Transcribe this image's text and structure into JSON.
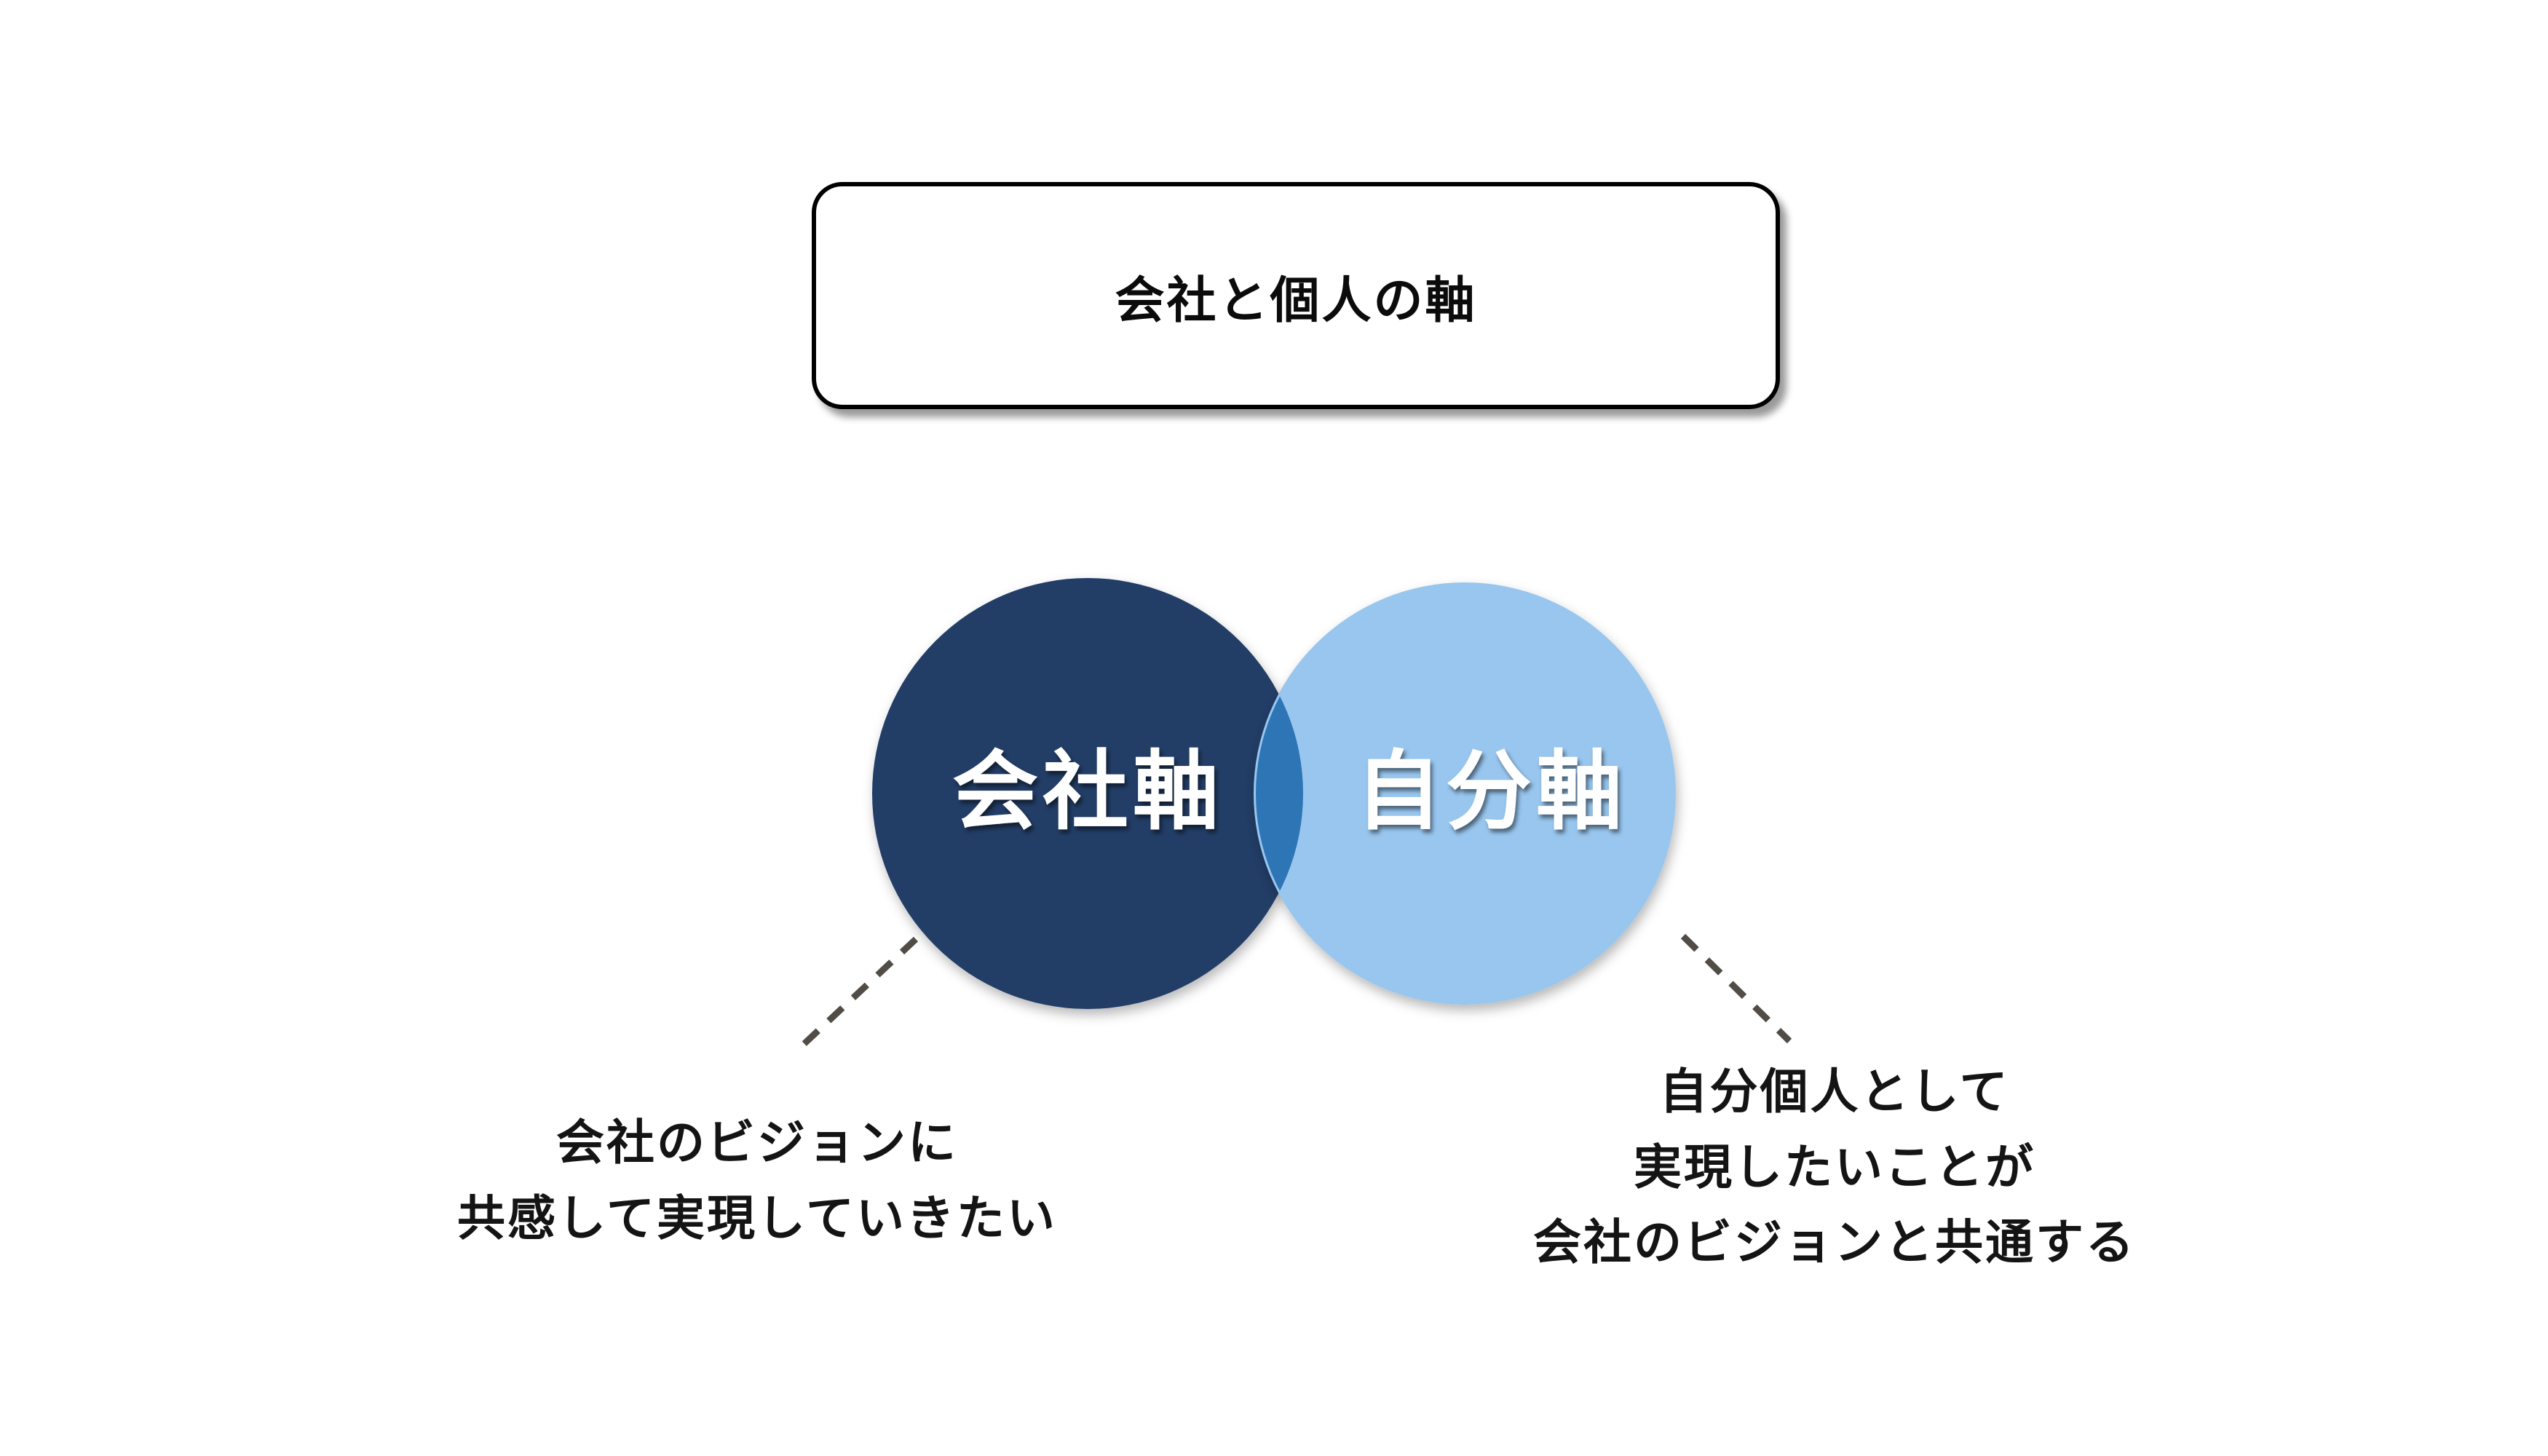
{
  "title": {
    "label": "会社と個人の軸"
  },
  "venn": {
    "left_circle": {
      "label": "会社軸",
      "color": "#223C66"
    },
    "right_circle": {
      "label": "自分軸",
      "color": "#98C6EF"
    },
    "overlap": {
      "color": "#2E75B6"
    }
  },
  "annotations": {
    "left": {
      "lines": [
        "会社のビジョンに",
        "共感して実現していきたい"
      ]
    },
    "right": {
      "lines": [
        "自分個人として",
        "実現したいことが",
        "会社のビジョンと共通する"
      ]
    }
  },
  "connector": {
    "color": "#514D46"
  },
  "background": "#FFFFFF"
}
